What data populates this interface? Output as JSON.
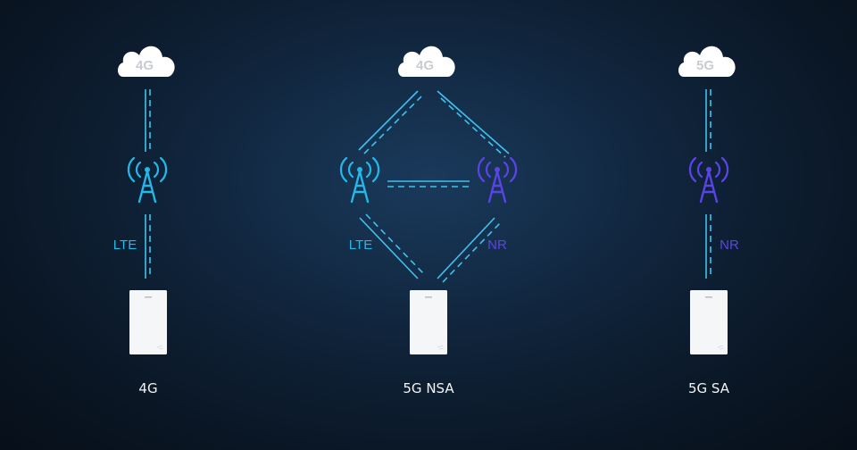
{
  "columns": [
    {
      "cloud": "4G",
      "link_label": "LTE",
      "caption": "4G"
    },
    {
      "cloud": "4G",
      "link_left": "LTE",
      "link_right": "NR",
      "caption": "5G NSA"
    },
    {
      "cloud": "5G",
      "link_label": "NR",
      "caption": "5G SA"
    }
  ],
  "colors": {
    "lte": "#22b8e8",
    "nr": "#5a44e8",
    "cloud": "#ffffff",
    "device": "#f4f6f8"
  }
}
